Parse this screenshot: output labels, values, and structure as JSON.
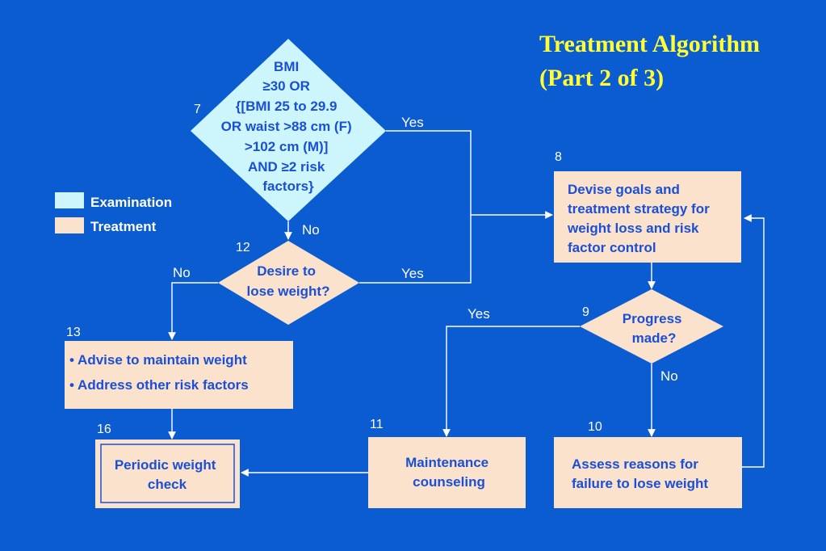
{
  "title": {
    "line1": "Treatment Algorithm",
    "line2": "(Part 2 of 3)"
  },
  "colors": {
    "background": "#0b5bd1",
    "examination": "#ccf6fb",
    "treatment": "#fbe2cc",
    "text": "#1a4fd6",
    "title": "#ffff33",
    "edge": "#ffffff"
  },
  "legend": {
    "examination": "Examination",
    "treatment": "Treatment"
  },
  "nodes": {
    "n7": {
      "number": "7",
      "lines": [
        "BMI",
        "≥30 OR",
        "{[BMI 25 to 29.9",
        "OR waist >88 cm (F)",
        ">102 cm (M)]",
        "AND ≥2 risk",
        "factors}"
      ]
    },
    "n8": {
      "number": "8",
      "lines": [
        "Devise goals and",
        "treatment strategy for",
        "weight loss and risk",
        "factor control"
      ]
    },
    "n9": {
      "number": "9",
      "lines": [
        "Progress",
        "made?"
      ]
    },
    "n10": {
      "number": "10",
      "lines": [
        "Assess reasons for",
        "failure to lose weight"
      ]
    },
    "n11": {
      "number": "11",
      "lines": [
        "Maintenance",
        "counseling"
      ]
    },
    "n12": {
      "number": "12",
      "lines": [
        "Desire to",
        "lose weight?"
      ]
    },
    "n13": {
      "number": "13",
      "lines": [
        "• Advise to maintain weight",
        "• Address other risk factors"
      ]
    },
    "n16": {
      "number": "16",
      "lines": [
        "Periodic weight",
        "check"
      ]
    }
  },
  "edge_labels": {
    "yes_7": "Yes",
    "no_7": "No",
    "yes_12": "Yes",
    "no_12": "No",
    "yes_9": "Yes",
    "no_9": "No"
  }
}
